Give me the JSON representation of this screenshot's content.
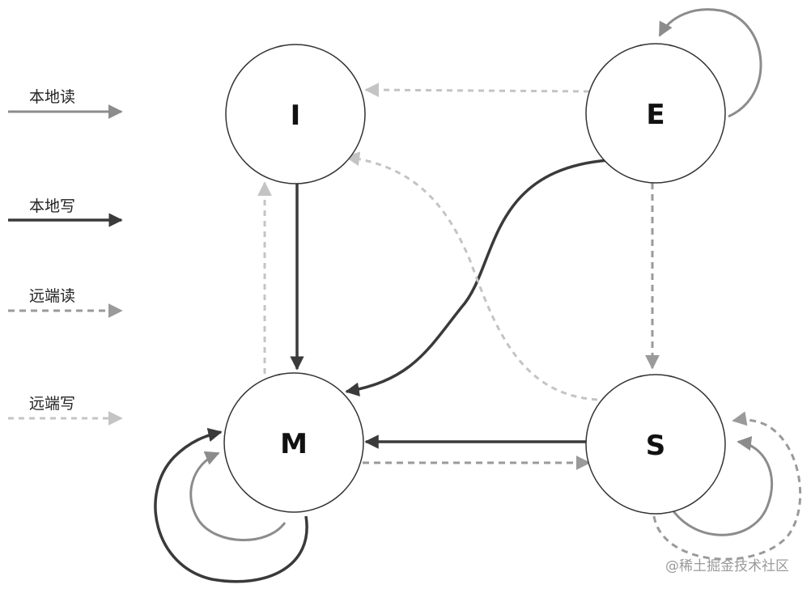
{
  "nodes": [
    {
      "id": "I",
      "label": "I"
    },
    {
      "id": "E",
      "label": "E"
    },
    {
      "id": "M",
      "label": "M"
    },
    {
      "id": "S",
      "label": "S"
    }
  ],
  "legend": [
    {
      "label": "本地读",
      "style": "local-read"
    },
    {
      "label": "本地写",
      "style": "local-write"
    },
    {
      "label": "远端读",
      "style": "remote-read"
    },
    {
      "label": "远端写",
      "style": "remote-write"
    }
  ],
  "edges": [
    {
      "from": "E",
      "to": "I",
      "style": "remote-write"
    },
    {
      "from": "E",
      "to": "E",
      "style": "local-read"
    },
    {
      "from": "E",
      "to": "M",
      "style": "local-write"
    },
    {
      "from": "E",
      "to": "S",
      "style": "remote-read"
    },
    {
      "from": "I",
      "to": "M",
      "style": "local-write"
    },
    {
      "from": "M",
      "to": "I",
      "style": "remote-write"
    },
    {
      "from": "S",
      "to": "I",
      "style": "remote-write"
    },
    {
      "from": "S",
      "to": "M",
      "style": "local-write"
    },
    {
      "from": "M",
      "to": "S",
      "style": "remote-read"
    },
    {
      "from": "M",
      "to": "M",
      "style": "local-read"
    },
    {
      "from": "M",
      "to": "M",
      "style": "local-write"
    },
    {
      "from": "S",
      "to": "S",
      "style": "local-read"
    },
    {
      "from": "S",
      "to": "S",
      "style": "remote-read"
    }
  ],
  "colors": {
    "local-read": "#8c8c8c",
    "local-write": "#3a3a3a",
    "remote-read": "#9a9a9a",
    "remote-write": "#c4c4c4",
    "node-stroke": "#333333"
  },
  "watermark": "@稀土掘金技术社区"
}
